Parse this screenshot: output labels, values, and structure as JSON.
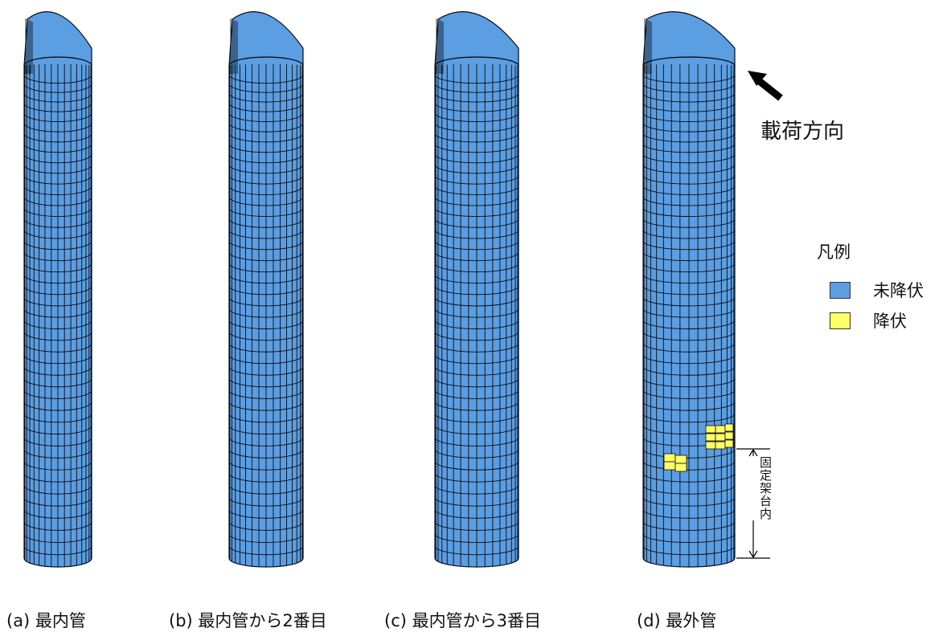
{
  "colors": {
    "unyielded": "#5b9ee2",
    "yielded": "#ffff66",
    "grid": "#0b0b12"
  },
  "captions": [
    "(a) 最内管",
    "(b) 最内管から2番目",
    "(c) 最内管から3番目",
    "(d) 最外管"
  ],
  "load_direction_label": "載荷方向",
  "arrow_icon": "arrow-up-left-icon",
  "legend": {
    "title": "凡例",
    "items": [
      {
        "label": "未降伏",
        "color": "#5b9ee2"
      },
      {
        "label": "降伏",
        "color": "#ffff66"
      }
    ]
  },
  "fixed_region_label": "固定架台内"
}
